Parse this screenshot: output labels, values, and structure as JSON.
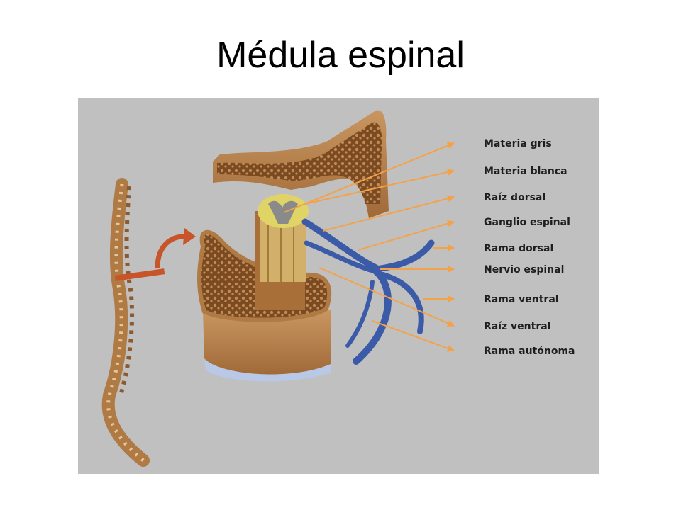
{
  "title": "Médula espinal",
  "colors": {
    "panel_background": "#c0c0c0",
    "bone": "#b07a45",
    "spongy_bone": "#6b3f1e",
    "grey_matter": "#8a8a8a",
    "white_matter": "#e0d466",
    "nerve": "#3b5ba8",
    "pointer": "#f4a24a",
    "curved_arrow": "#c8552a",
    "disc": "#b9c8e6"
  },
  "labels": [
    {
      "id": "materia-gris",
      "text": "Materia gris"
    },
    {
      "id": "materia-blanca",
      "text": "Materia blanca"
    },
    {
      "id": "raiz-dorsal",
      "text": "Raíz dorsal"
    },
    {
      "id": "ganglio-espinal",
      "text": "Ganglio espinal"
    },
    {
      "id": "rama-dorsal",
      "text": "Rama dorsal"
    },
    {
      "id": "nervio-espinal",
      "text": "Nervio espinal"
    },
    {
      "id": "rama-ventral",
      "text": "Rama ventral"
    },
    {
      "id": "raiz-ventral",
      "text": "Raíz ventral"
    },
    {
      "id": "rama-autonoma",
      "text": "Rama autónoma"
    }
  ]
}
